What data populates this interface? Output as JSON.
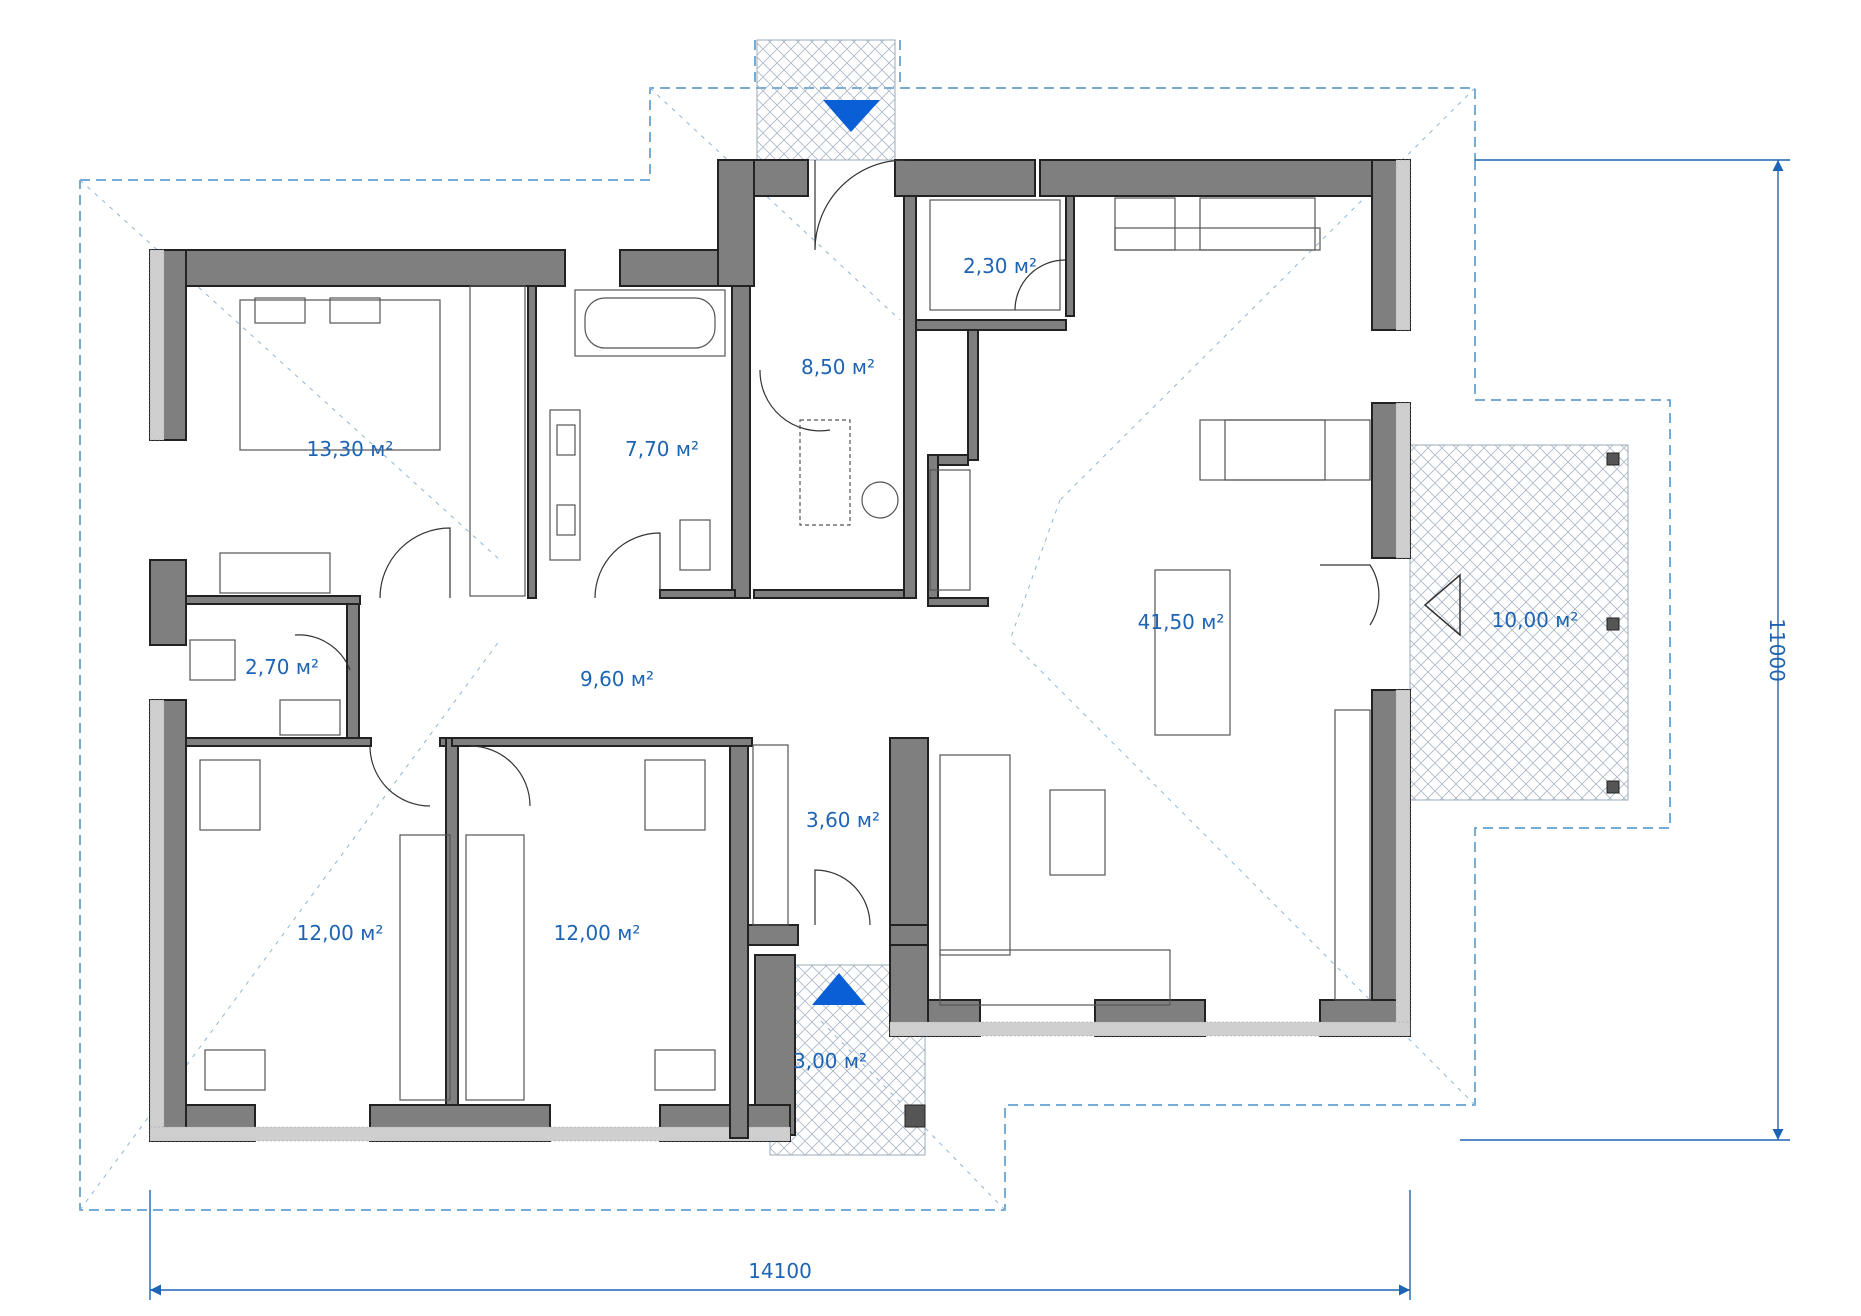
{
  "colors": {
    "wall_fill": "#7f7f7f",
    "wall_edge": "#222222",
    "insulation": "#c8c8c8",
    "annotation": "#1e64b4",
    "roof_outline": "#4a90c8",
    "marker": "#0b5fd6",
    "furniture": "#555555",
    "terrace_hatch": "#9aa8b8"
  },
  "rooms": [
    {
      "id": "bedroom-master",
      "area": "13,30 м²"
    },
    {
      "id": "bathroom",
      "area": "7,70 м²"
    },
    {
      "id": "hall-entry",
      "area": "8,50 м²"
    },
    {
      "id": "pantry",
      "area": "2,30 м²"
    },
    {
      "id": "living-kitchen",
      "area": "41,50 м²"
    },
    {
      "id": "terrace",
      "area": "10,00 м²"
    },
    {
      "id": "wc",
      "area": "2,70 м²"
    },
    {
      "id": "corridor",
      "area": "9,60 м²"
    },
    {
      "id": "storage",
      "area": "3,60 м²"
    },
    {
      "id": "bedroom-left",
      "area": "12,00 м²"
    },
    {
      "id": "bedroom-right",
      "area": "12,00 м²"
    },
    {
      "id": "porch",
      "area": "3,00 м²"
    }
  ],
  "dimensions": {
    "width": "14100",
    "height": "11000"
  },
  "icons": [
    "entrance-marker-icon",
    "north-entrance-marker-icon",
    "terrace-door-marker-icon"
  ]
}
